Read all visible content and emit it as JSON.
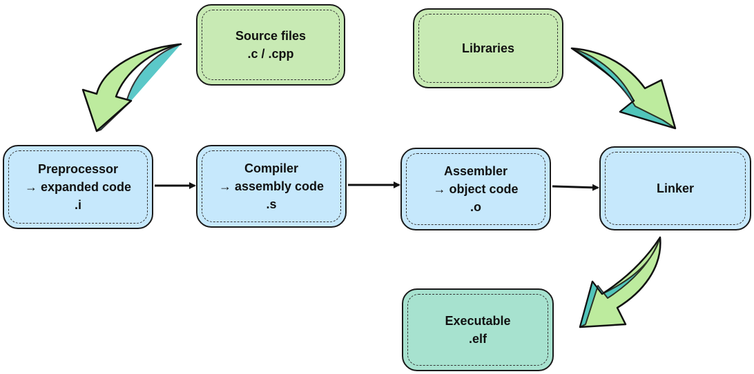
{
  "colors": {
    "source_fill": "#c8eab4",
    "process_fill": "#c6e8fc",
    "output_fill": "#a7e2cf",
    "curved_arrow_fill": "#bdeb9e",
    "curved_arrow_shade": "#3fbfbf",
    "line": "#111111"
  },
  "nodes": {
    "source": {
      "lines": [
        "Source files",
        ".c / .cpp"
      ]
    },
    "libraries": {
      "lines": [
        "Libraries"
      ]
    },
    "preprocessor": {
      "lines": [
        "Preprocessor",
        "→ expanded code",
        ".i"
      ]
    },
    "compiler": {
      "lines": [
        "Compiler",
        "→ assembly code",
        ".s"
      ]
    },
    "assembler": {
      "lines": [
        "Assembler",
        "→ object code",
        ".o"
      ]
    },
    "linker": {
      "lines": [
        "Linker"
      ]
    },
    "executable": {
      "lines": [
        "Executable",
        ".elf"
      ]
    }
  },
  "edges": [
    {
      "from": "source",
      "to": "preprocessor",
      "style": "curved"
    },
    {
      "from": "preprocessor",
      "to": "compiler",
      "style": "straight"
    },
    {
      "from": "compiler",
      "to": "assembler",
      "style": "straight"
    },
    {
      "from": "assembler",
      "to": "linker",
      "style": "straight"
    },
    {
      "from": "libraries",
      "to": "linker",
      "style": "curved"
    },
    {
      "from": "linker",
      "to": "executable",
      "style": "curved"
    }
  ]
}
